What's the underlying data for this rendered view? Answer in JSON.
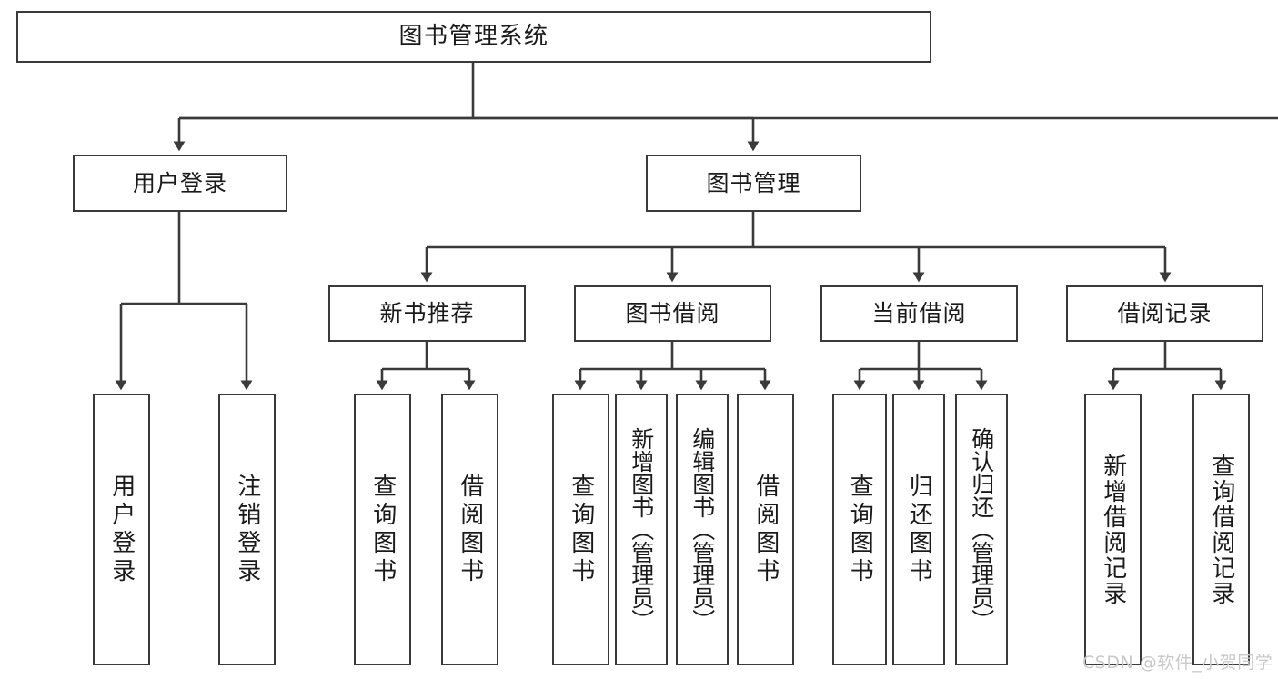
{
  "diagram": {
    "type": "tree-hierarchy",
    "title": "图书管理系统",
    "watermark": "CSDN @软件_小贺同学",
    "colors": {
      "box_border": "#3a3a3a",
      "box_fill": "#ffffff",
      "connector": "#3a3a3a",
      "text": "#1a1a1a",
      "watermark": "#c9c9c9",
      "background": "#ffffff"
    },
    "nodes": {
      "root": {
        "label": "图书管理系统"
      },
      "level2": [
        {
          "id": "user-login",
          "label": "用户登录"
        },
        {
          "id": "book-management",
          "label": "图书管理"
        }
      ],
      "level3": [
        {
          "id": "new-book-recommend",
          "label": "新书推荐"
        },
        {
          "id": "book-borrow",
          "label": "图书借阅"
        },
        {
          "id": "current-borrow",
          "label": "当前借阅"
        },
        {
          "id": "borrow-record",
          "label": "借阅记录"
        }
      ],
      "leaves": {
        "user_login": [
          {
            "id": "leaf-user-login",
            "label": "用户登录"
          },
          {
            "id": "leaf-logout-login",
            "label": "注销登录"
          }
        ],
        "new_book_recommend": [
          {
            "id": "leaf-query-book-1",
            "label": "查询图书"
          },
          {
            "id": "leaf-borrow-book-1",
            "label": "借阅图书"
          }
        ],
        "book_borrow": [
          {
            "id": "leaf-query-book-2",
            "label": "查询图书"
          },
          {
            "id": "leaf-add-book",
            "label": "新增图书（管理员）"
          },
          {
            "id": "leaf-edit-book",
            "label": "编辑图书（管理员）"
          },
          {
            "id": "leaf-borrow-book-2",
            "label": "借阅图书"
          }
        ],
        "current_borrow": [
          {
            "id": "leaf-query-book-3",
            "label": "查询图书"
          },
          {
            "id": "leaf-return-book",
            "label": "归还图书"
          },
          {
            "id": "leaf-confirm-return",
            "label": "确认归还（管理员）"
          }
        ],
        "borrow_record": [
          {
            "id": "leaf-add-record",
            "label": "新增借阅记录"
          },
          {
            "id": "leaf-query-record",
            "label": "查询借阅记录"
          }
        ]
      }
    }
  }
}
